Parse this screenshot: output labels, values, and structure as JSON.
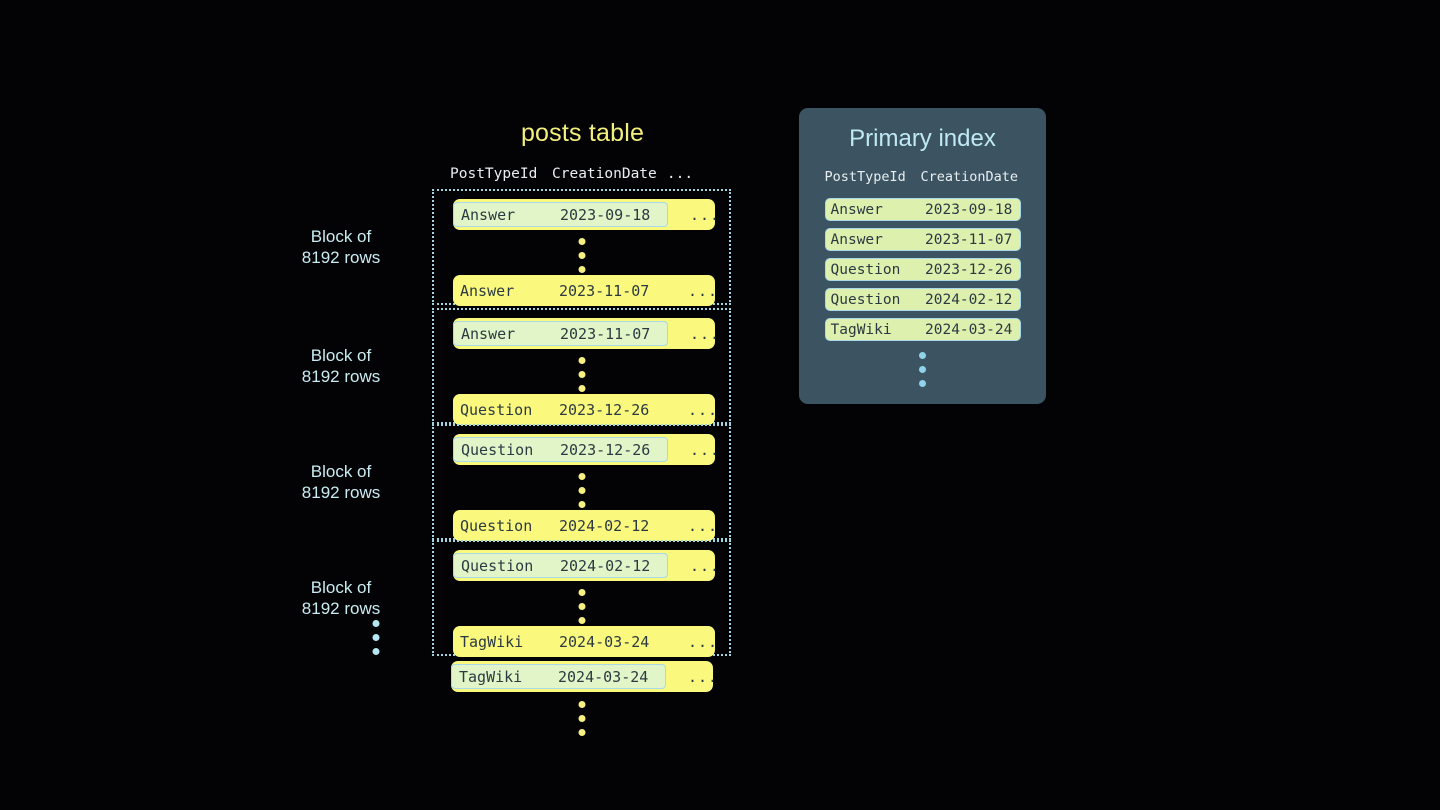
{
  "posts_table": {
    "title": "posts table",
    "columns": [
      "PostTypeId",
      "CreationDate",
      "..."
    ],
    "more_cell": "...",
    "blocks": [
      {
        "label": "Block of\n8192 rows",
        "first_row": {
          "post_type_id": "Answer",
          "creation_date": "2023-09-18",
          "more": "...",
          "highlighted": true
        },
        "last_row": {
          "post_type_id": "Answer",
          "creation_date": "2023-11-07",
          "more": "...",
          "highlighted": false
        }
      },
      {
        "label": "Block of\n8192 rows",
        "first_row": {
          "post_type_id": "Answer",
          "creation_date": "2023-11-07",
          "more": "...",
          "highlighted": true
        },
        "last_row": {
          "post_type_id": "Question",
          "creation_date": "2023-12-26",
          "more": "...",
          "highlighted": false
        }
      },
      {
        "label": "Block of\n8192 rows",
        "first_row": {
          "post_type_id": "Question",
          "creation_date": "2023-12-26",
          "more": "...",
          "highlighted": true
        },
        "last_row": {
          "post_type_id": "Question",
          "creation_date": "2024-02-12",
          "more": "...",
          "highlighted": false
        }
      },
      {
        "label": "Block of\n8192 rows",
        "first_row": {
          "post_type_id": "Question",
          "creation_date": "2024-02-12",
          "more": "...",
          "highlighted": true
        },
        "last_row": {
          "post_type_id": "TagWiki",
          "creation_date": "2024-03-24",
          "more": "...",
          "highlighted": false
        }
      }
    ],
    "trailing_row": {
      "post_type_id": "TagWiki",
      "creation_date": "2024-03-24",
      "more": "...",
      "highlighted": true
    }
  },
  "primary_index": {
    "title": "Primary index",
    "columns": [
      "PostTypeId",
      "CreationDate"
    ],
    "rows": [
      {
        "post_type_id": "Answer",
        "creation_date": "2023-09-18"
      },
      {
        "post_type_id": "Answer",
        "creation_date": "2023-11-07"
      },
      {
        "post_type_id": "Question",
        "creation_date": "2023-12-26"
      },
      {
        "post_type_id": "Question",
        "creation_date": "2024-02-12"
      },
      {
        "post_type_id": "TagWiki",
        "creation_date": "2024-03-24"
      }
    ]
  },
  "colors": {
    "background": "#030305",
    "row_yellow": "#fbf87e",
    "highlight_green": "#e2f5c8",
    "highlight_border": "#a8d8ea",
    "block_border": "#9fd4e0",
    "title_yellow": "#f3ef7c",
    "panel_bg": "#3c5462",
    "panel_title": "#bfe9f4",
    "label_blue": "#c9ecf3",
    "dot_yellow": "#f7f182",
    "dot_blue": "#8fd4ea",
    "index_row_bg": "#ddf0ae",
    "mono_text": "#2b3a42",
    "header_text": "#e9eef0"
  }
}
